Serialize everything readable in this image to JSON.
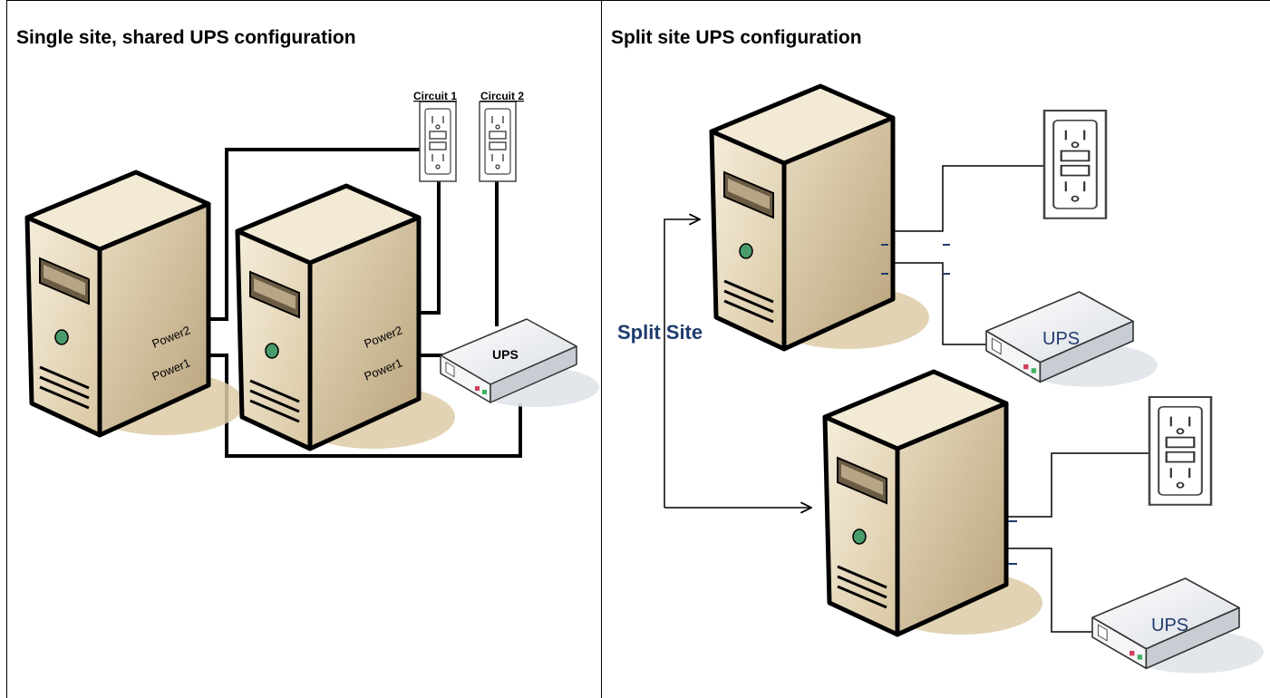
{
  "left_panel": {
    "title": "Single site, shared UPS configuration",
    "circuit1_label": "Circuit 1",
    "circuit2_label": "Circuit 2",
    "server_a": {
      "power2_label": "Power2",
      "power1_label": "Power1"
    },
    "server_b": {
      "power2_label": "Power2",
      "power1_label": "Power1"
    },
    "ups_label": "UPS"
  },
  "right_panel": {
    "title": "Split site UPS configuration",
    "split_site_label": "Split Site",
    "ups_top_label": "UPS",
    "ups_bottom_label": "UPS"
  },
  "colors": {
    "server_front": "#e9dcc0",
    "server_side": "#c9b48e",
    "shadow": "#d8c9a5",
    "split_site_text": "#1f3b6d",
    "ups_text_right": "#1f3b6d"
  }
}
